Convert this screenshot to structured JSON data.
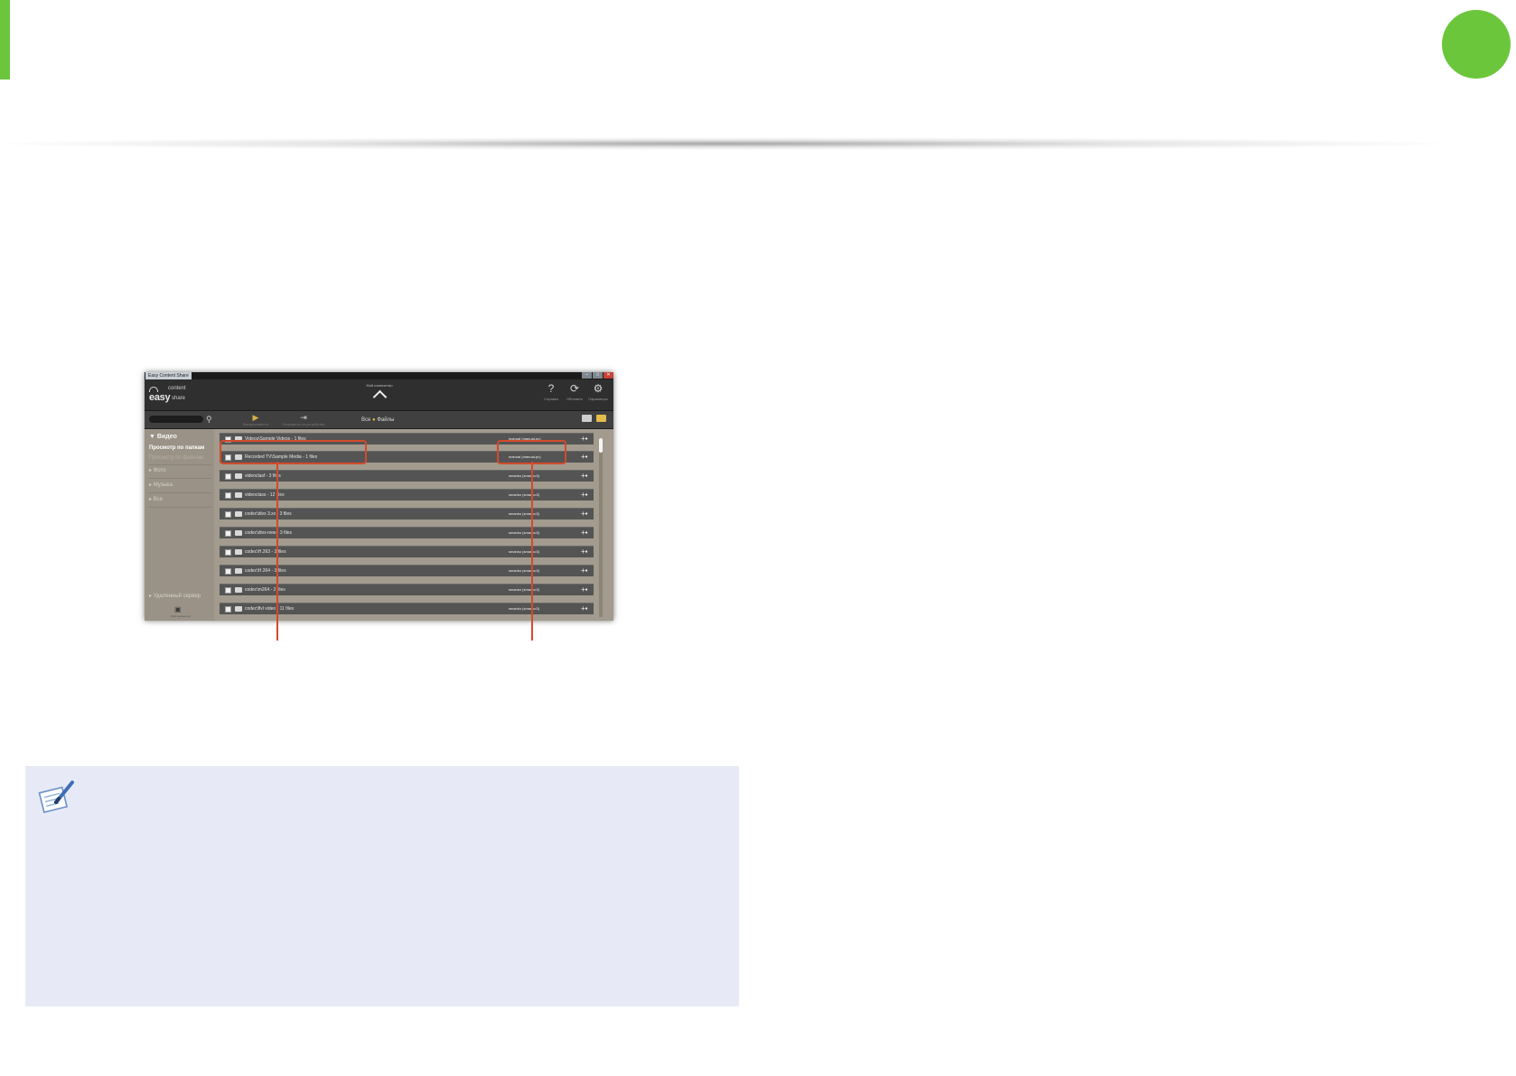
{
  "app": {
    "window_title": "Easy Content Share",
    "window_controls": [
      "–",
      "□",
      "✕"
    ],
    "logo": {
      "easy": "easy",
      "content": "content",
      "share": "share"
    },
    "device_label": "Мой компьютер",
    "actions": [
      {
        "icon": "help-icon",
        "glyph": "?",
        "label": "Справка"
      },
      {
        "icon": "refresh-icon",
        "glyph": "⟳",
        "label": "Обновить"
      },
      {
        "icon": "settings-icon",
        "glyph": "⚙",
        "label": "Параметры"
      }
    ],
    "toolbar": {
      "play_label": "Воспроизвести",
      "send_label": "Отправить на устройство",
      "view_prefix": "Все",
      "view_label": "Файлы"
    },
    "sidebar": {
      "video": "▼ Видео",
      "by_folder": "Просмотр по папкам",
      "by_file": "Просмотр по файлам",
      "photo": "Фото",
      "music": "Музыка",
      "all": "Все",
      "remote": "Удаленный сервер",
      "device_caption": "Мой компьютер"
    },
    "rows": [
      {
        "name": "Videos\\Sample Videos - 1 files",
        "owner": "manual (manual-pc)"
      },
      {
        "name": "Recorded TV\\Sample Media - 1 files",
        "owner": "manual (manual-pc)"
      },
      {
        "name": "videoclasf - 3 files",
        "owner": "smanko (smanko3)"
      },
      {
        "name": "videoclass - 12 files",
        "owner": "smanko (smanko3)"
      },
      {
        "name": "codec\\divx 3.xx - 3 files",
        "owner": "smanko (smanko3)"
      },
      {
        "name": "codec\\divx-new - 3 files",
        "owner": "smanko (smanko3)"
      },
      {
        "name": "codec\\H.263 - 3 files",
        "owner": "smanko (smanko3)"
      },
      {
        "name": "codec\\H.264 - 3 files",
        "owner": "smanko (smanko3)"
      },
      {
        "name": "codec\\m264 - 2 files",
        "owner": "smanko (smanko3)"
      },
      {
        "name": "codec\\flvl video - 11 files",
        "owner": "smanko (smanko3)"
      }
    ]
  }
}
